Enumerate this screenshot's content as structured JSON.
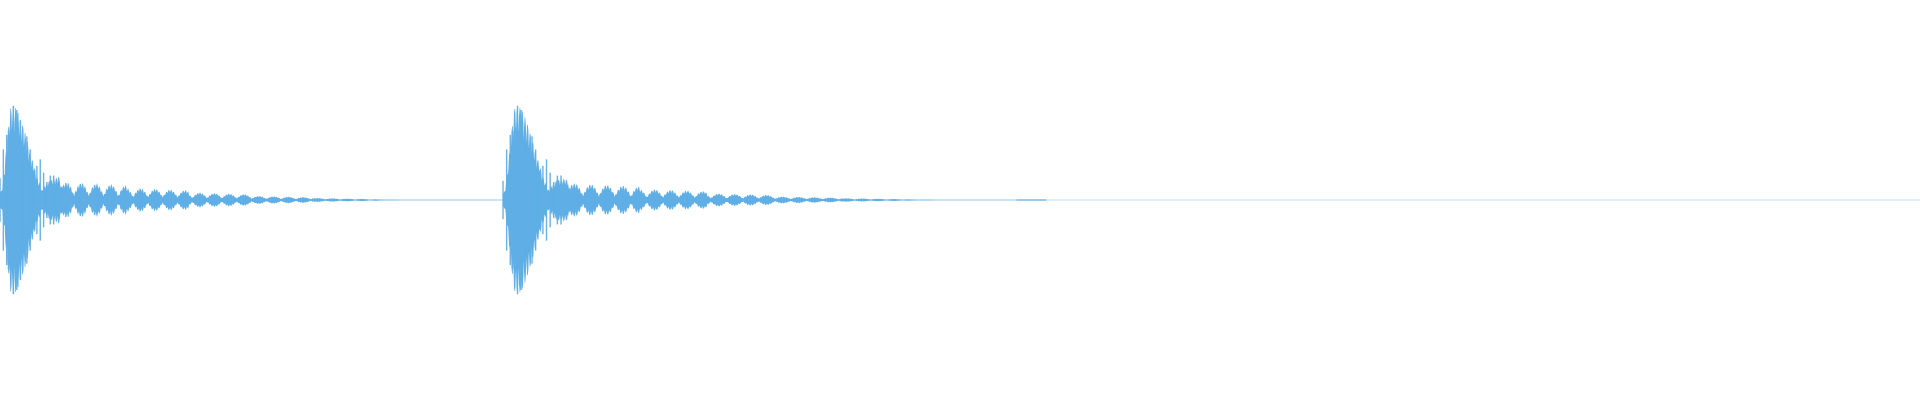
{
  "waveform": {
    "color": "#5faee6",
    "background": "#ffffff",
    "shape": "symmetric-envelope",
    "visible_clip_end_fraction": 0.545,
    "centerline_fraction": 0.5,
    "bursts": [
      {
        "name": "burst-1",
        "start_fraction": 0.0,
        "end_fraction": 0.262,
        "peak_level": 0.98,
        "tail_levels": [
          0.16,
          0.12,
          0.1,
          0.08,
          0.06,
          0.045,
          0.03,
          0.02
        ]
      },
      {
        "name": "burst-2",
        "start_fraction": 0.262,
        "end_fraction": 0.545,
        "peak_level": 0.98,
        "tail_levels": [
          0.14,
          0.11,
          0.09,
          0.07,
          0.05,
          0.04,
          0.03,
          0.015
        ]
      }
    ]
  }
}
